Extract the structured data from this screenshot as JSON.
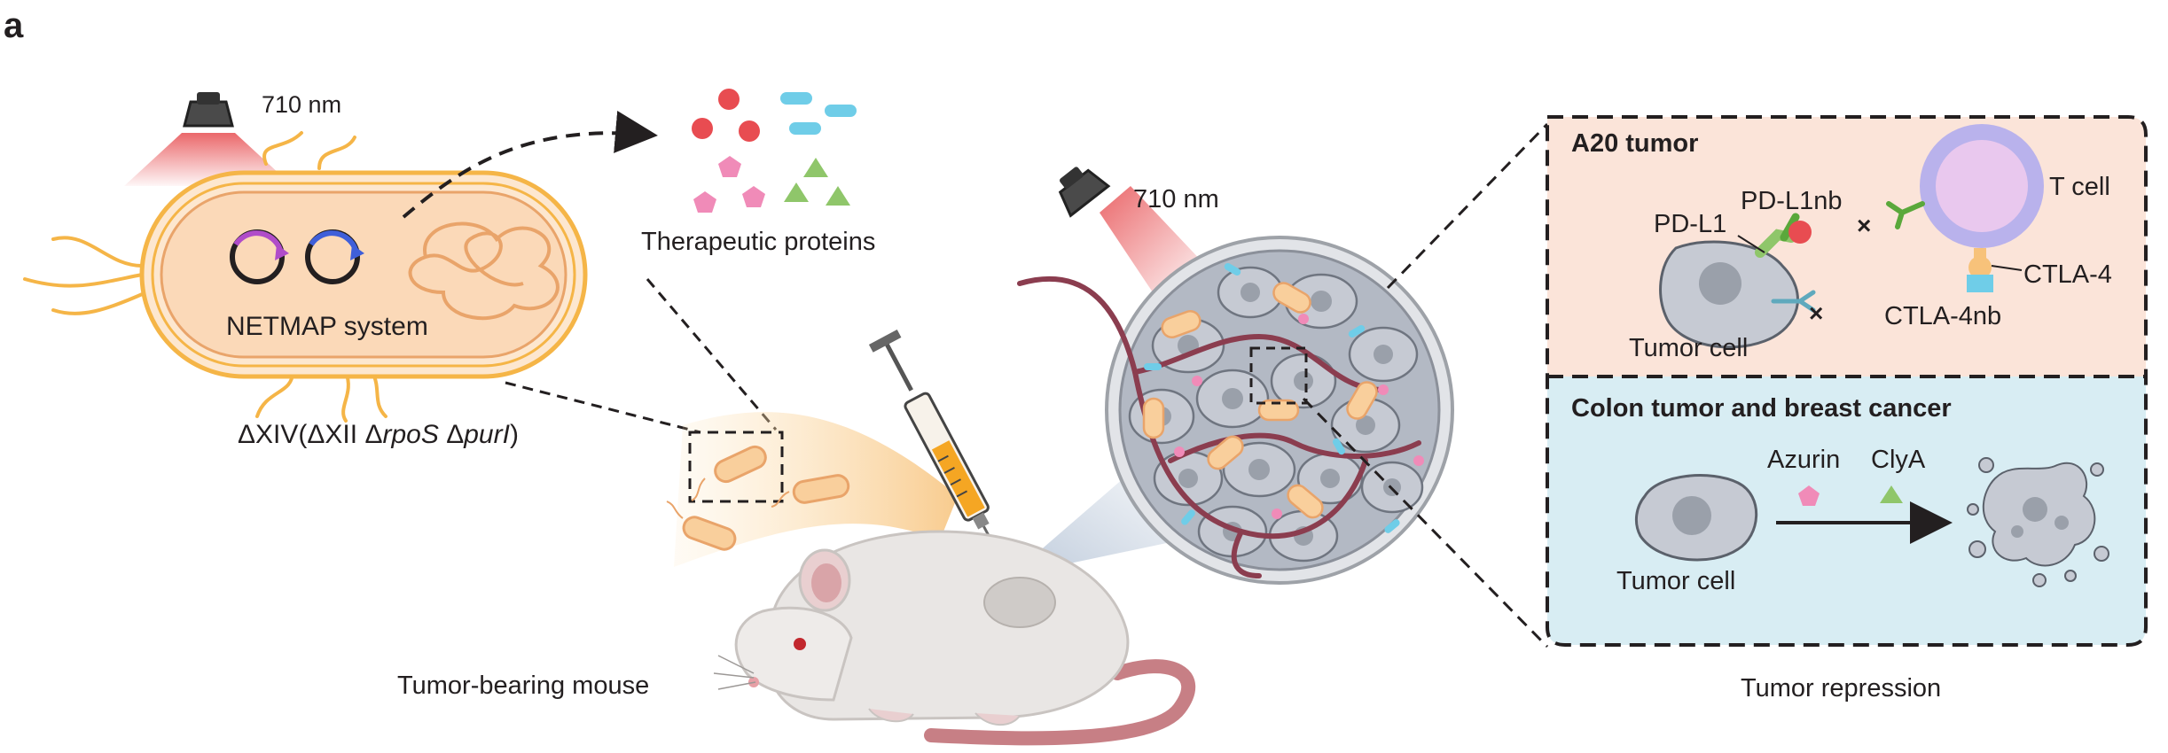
{
  "panel_label": "a",
  "bacterium": {
    "light_label": "710 nm",
    "system_label": "NETMAP system",
    "strain": {
      "prefix": "ΔXIV(ΔXII Δ",
      "gene1": "rpoS",
      "mid": " Δ",
      "gene2": "purI",
      "suffix": ")"
    }
  },
  "proteins_label": "Therapeutic proteins",
  "tumor_light_label": "710 nm",
  "mouse_label": "Tumor-bearing mouse",
  "a20_box": {
    "title": "A20 tumor",
    "pdl1nb": "PD-L1nb",
    "pdl1": "PD-L1",
    "tcell": "T cell",
    "ctla4": "CTLA-4",
    "ctla4nb": "CTLA-4nb",
    "tumor_cell": "Tumor cell",
    "block_mark": "×"
  },
  "colon_box": {
    "title": "Colon tumor and breast cancer",
    "azurin": "Azurin",
    "clya": "ClyA",
    "tumor_cell": "Tumor cell"
  },
  "repression_label": "Tumor repression",
  "colors": {
    "bacterium_outline": "#f5b547",
    "bacterium_fill": "#fde7cf",
    "laser": "#e8575a",
    "red_protein": "#e84c51",
    "blue_protein": "#6fcde8",
    "pink_protein": "#f08bb8",
    "green_protein": "#8fc66a",
    "a20_bg": "#fbe4d9",
    "colon_bg": "#d8edf3",
    "tcell_outer": "#b9b2ec",
    "tcell_inner": "#e9c8ee",
    "tumor_cell": "#c6cad3",
    "vessel": "#8b3d4f"
  }
}
